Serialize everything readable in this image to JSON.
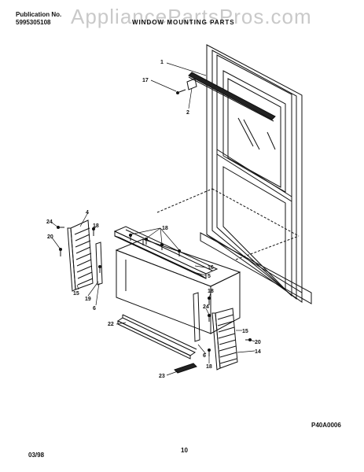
{
  "header": {
    "pub_label": "Publication No.",
    "pub_number": "5995305108",
    "section_title": "WINDOW MOUNTING PARTS"
  },
  "watermark": "AppliancePartsPros.com",
  "callouts": {
    "c1": "1",
    "c17": "17",
    "c2": "2",
    "c4": "4",
    "c24a": "24",
    "c20a": "20",
    "c18a": "18",
    "c15a": "15",
    "c19": "19",
    "c6a": "6",
    "c18b": "18",
    "c16": "16",
    "c5": "5",
    "c18c": "18",
    "c24b": "24",
    "c22": "22",
    "c15b": "15",
    "c20b": "20",
    "c14": "14",
    "c6b": "6",
    "c18d": "18",
    "c23": "23"
  },
  "footer": {
    "date": "03/98",
    "page": "10",
    "drawing_code": "P40A0006"
  }
}
